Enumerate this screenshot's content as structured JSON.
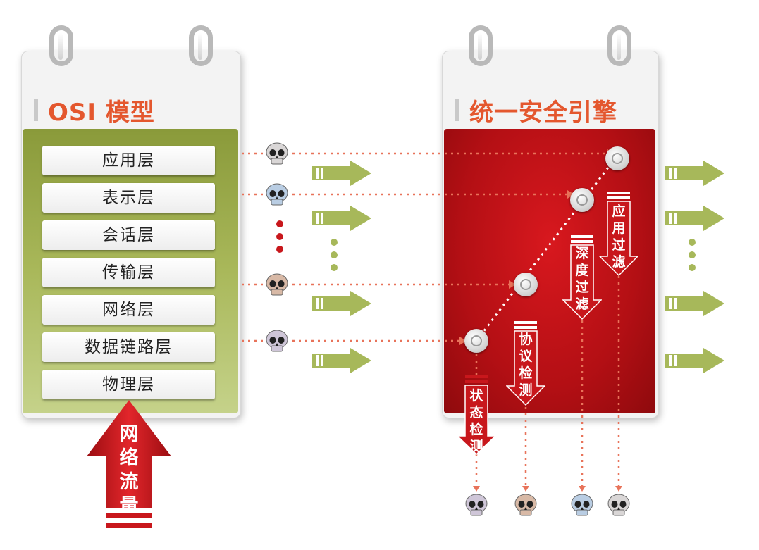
{
  "left_card": {
    "title": "OSI 模型",
    "layers": [
      "应用层",
      "表示层",
      "会话层",
      "传输层",
      "网络层",
      "数据链路层",
      "物理层"
    ]
  },
  "right_card": {
    "title": "统一安全引擎",
    "stages": [
      {
        "label": "状态检测"
      },
      {
        "label": "协议检测"
      },
      {
        "label": "深度过滤"
      },
      {
        "label": "应用过滤"
      }
    ]
  },
  "input_arrow": {
    "label": "网络流量"
  },
  "colors": {
    "accent_orange": "#e4572e",
    "green_panel": "#9aaa48",
    "red_panel": "#c4141a",
    "flow_arrow_green": "#a7b85a",
    "dotted_line": "#e8735a"
  },
  "icons": [
    "skull-icon",
    "inspection-node-icon",
    "flow-arrow-icon",
    "ellipsis-dots"
  ]
}
